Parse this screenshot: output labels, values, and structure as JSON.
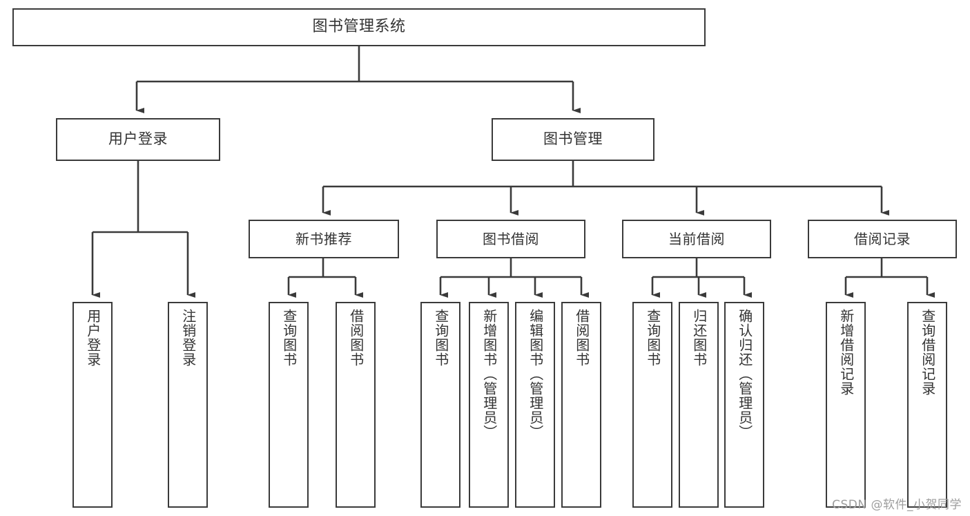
{
  "diagram": {
    "type": "tree",
    "title": "图书管理系统",
    "watermark": "CSDN @软件_小贺同学",
    "colors": {
      "box_border": "#3a3a3a",
      "box_fill": "#ffffff",
      "connector": "#3a3a3a",
      "text": "#333333",
      "watermark": "#9d9d9d"
    },
    "nodes": {
      "root": {
        "label": "图书管理系统"
      },
      "level2": [
        {
          "label": "用户登录"
        },
        {
          "label": "图书管理"
        }
      ],
      "level3": [
        {
          "label": "新书推荐"
        },
        {
          "label": "图书借阅"
        },
        {
          "label": "当前借阅"
        },
        {
          "label": "借阅记录"
        }
      ],
      "leaves": {
        "user_login": [
          {
            "label": "用户登录"
          },
          {
            "label": "注销登录"
          }
        ],
        "new_book": [
          {
            "label": "查询图书"
          },
          {
            "label": "借阅图书"
          }
        ],
        "book_borrow": [
          {
            "label": "查询图书"
          },
          {
            "label": "新增图书（管理员）"
          },
          {
            "label": "编辑图书（管理员）"
          },
          {
            "label": "借阅图书"
          }
        ],
        "current_borrow": [
          {
            "label": "查询图书"
          },
          {
            "label": "归还图书"
          },
          {
            "label": "确认归还（管理员）"
          }
        ],
        "borrow_record": [
          {
            "label": "新增借阅记录"
          },
          {
            "label": "查询借阅记录"
          }
        ]
      }
    }
  }
}
